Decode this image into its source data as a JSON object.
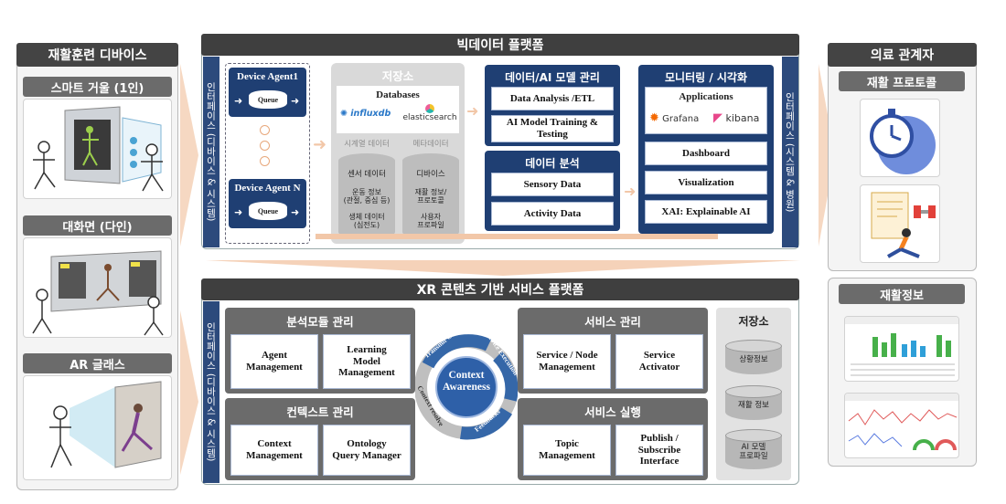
{
  "left": {
    "title": "재활훈련 디바이스",
    "sections": [
      {
        "label": "스마트 거울 (1인)"
      },
      {
        "label": "대화면 (다인)"
      },
      {
        "label": "AR 글래스"
      }
    ]
  },
  "bigdata": {
    "title": "빅데이터 플랫폼",
    "side_left": "인터페이스 (디바이스 & 시스템)",
    "side_right": "인터페이스 (시스템 & 병원)",
    "agents": [
      {
        "name": "Device Agent1",
        "queue": "Queue"
      },
      {
        "name": "Device Agent N",
        "queue": "Queue"
      }
    ],
    "storage": {
      "title": "저장소",
      "db_title": "Databases",
      "influx": "influxdb",
      "elastic": "elasticsearch",
      "sub_left": "시계열 데이터",
      "sub_right": "메타데이터",
      "cyl_left": [
        "센서 데이터",
        "운동 정보\n(관절, 중심 등)",
        "생체 데이터\n(심전도)"
      ],
      "cyl_right": [
        "디바이스",
        "재활 정보/\n프로토콜",
        "사용자\n프로파일"
      ]
    },
    "model_mgmt": {
      "title": "데이터/AI 모델 관리",
      "items": [
        "Data Analysis /ETL",
        "AI Model Training &\nTesting"
      ]
    },
    "analysis": {
      "title": "데이터 분석",
      "items": [
        "Sensory Data",
        "Activity Data"
      ]
    },
    "monitoring": {
      "title": "모니터링 / 시각화",
      "apps_title": "Applications",
      "grafana": "Grafana",
      "kibana": "kibana",
      "items": [
        "Dashboard",
        "Visualization",
        "XAI: Explainable AI"
      ]
    }
  },
  "xr": {
    "title": "XR 콘텐츠 기반 서비스 플랫폼",
    "side_left": "인터페이스 (디바이스 & 시스템)",
    "analysis_mgmt": {
      "title": "분석모듈 관리",
      "items": [
        "Agent\nManagement",
        "Learning\nModel\nManagement"
      ]
    },
    "context_mgmt": {
      "title": "컨텍스트 관리",
      "items": [
        "Context\nManagement",
        "Ontology\nQuery Manager"
      ]
    },
    "service_mgmt": {
      "title": "서비스 관리",
      "items": [
        "Service / Node\nManagement",
        "Service\nActivator"
      ]
    },
    "service_exec": {
      "title": "서비스 실행",
      "items": [
        "Topic\nManagement",
        "Publish /\nSubscribe\nInterface"
      ]
    },
    "cycle": {
      "center": "Context\nAwareness",
      "labels": [
        "Transmit Context",
        "Service Execution",
        "Feedbacks",
        "Context resolve"
      ]
    },
    "storage": {
      "title": "저장소",
      "items": [
        "상황정보",
        "재활 정보",
        "AI 모델\n프로파일"
      ]
    }
  },
  "right": {
    "title": "의료 관계자",
    "sections": [
      {
        "label": "재활 프로토콜"
      },
      {
        "label": "재활정보"
      }
    ]
  },
  "colors": {
    "navy": "#1f3f73",
    "dark_header": "#444444",
    "arrow": "#f2c7a8"
  }
}
